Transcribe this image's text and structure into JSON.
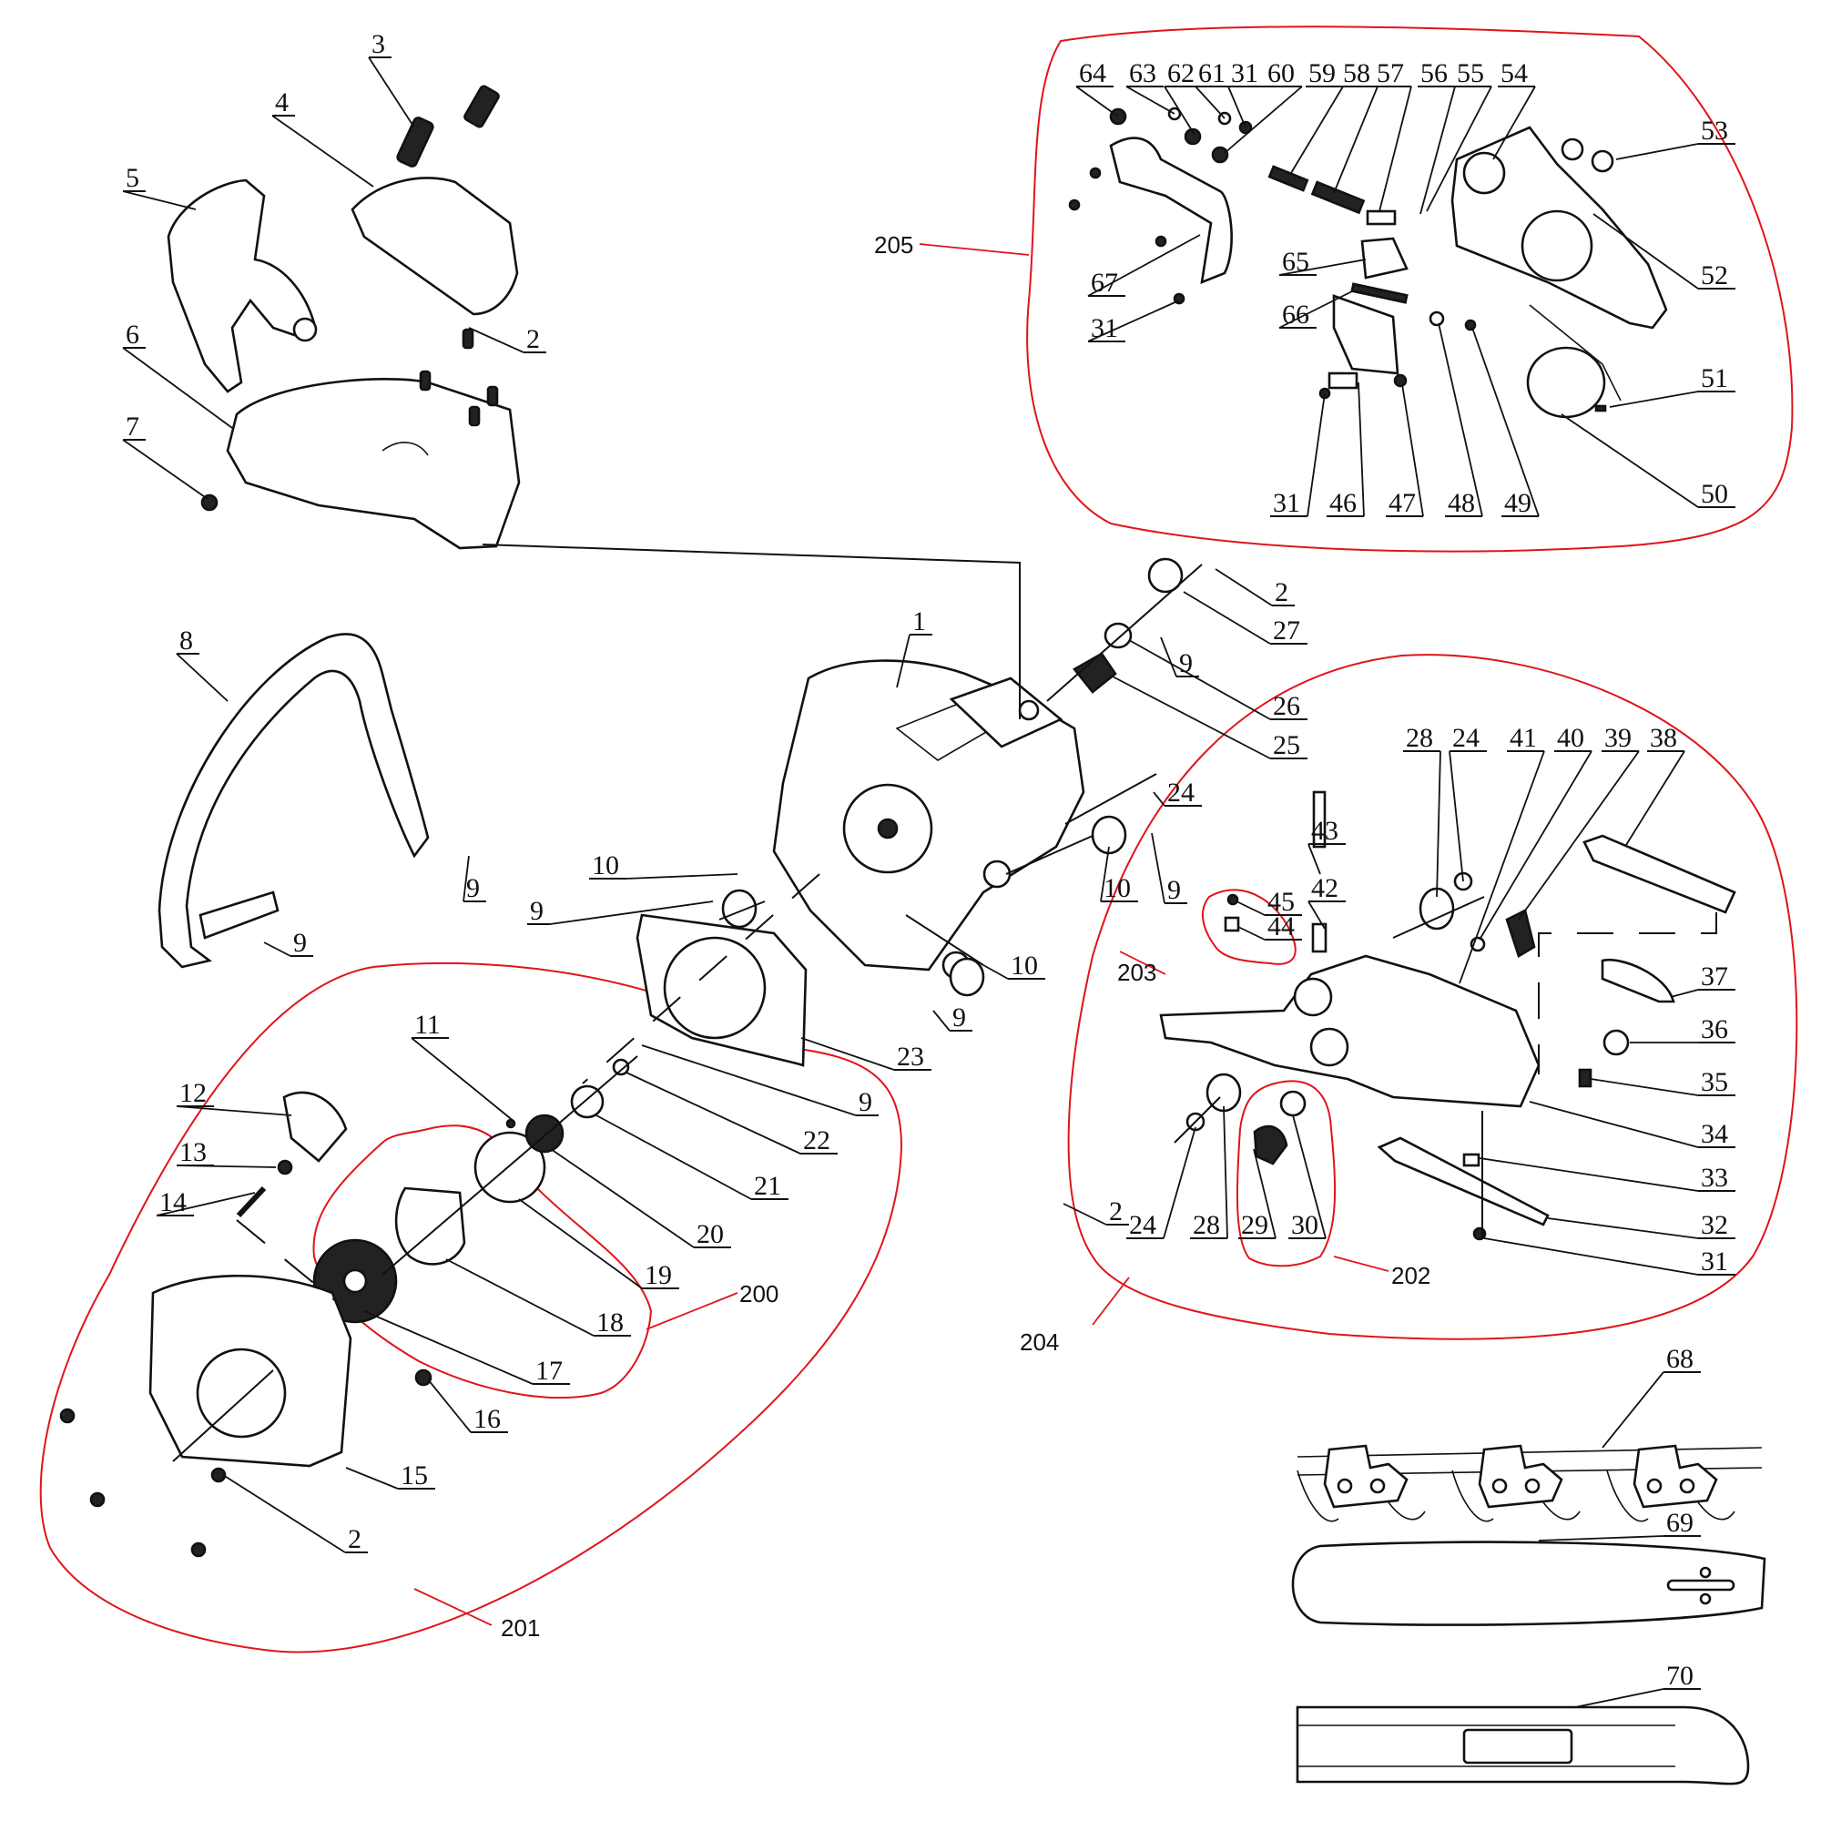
{
  "diagram": {
    "type": "exploded-parts-diagram",
    "subject": "chainsaw",
    "colors": {
      "line": "#111111",
      "group_outline": "#e0141b",
      "background": "#ffffff"
    },
    "part_labels": [
      "1",
      "2",
      "2",
      "2",
      "2",
      "3",
      "4",
      "5",
      "6",
      "7",
      "8",
      "9",
      "9",
      "9",
      "9",
      "9",
      "9",
      "9",
      "10",
      "10",
      "10",
      "11",
      "12",
      "13",
      "14",
      "15",
      "16",
      "17",
      "18",
      "19",
      "20",
      "21",
      "22",
      "23",
      "24",
      "24",
      "24",
      "25",
      "26",
      "27",
      "28",
      "28",
      "29",
      "30",
      "31",
      "31",
      "31",
      "31",
      "32",
      "33",
      "34",
      "35",
      "36",
      "37",
      "38",
      "39",
      "40",
      "41",
      "42",
      "43",
      "44",
      "45",
      "46",
      "47",
      "48",
      "49",
      "50",
      "51",
      "52",
      "53",
      "54",
      "55",
      "56",
      "57",
      "58",
      "59",
      "60",
      "61",
      "62",
      "63",
      "64",
      "65",
      "66",
      "67",
      "68",
      "69",
      "70"
    ],
    "group_labels": {
      "g200": "200",
      "g201": "201",
      "g202": "202",
      "g203": "203",
      "g204": "204",
      "g205": "205"
    }
  }
}
